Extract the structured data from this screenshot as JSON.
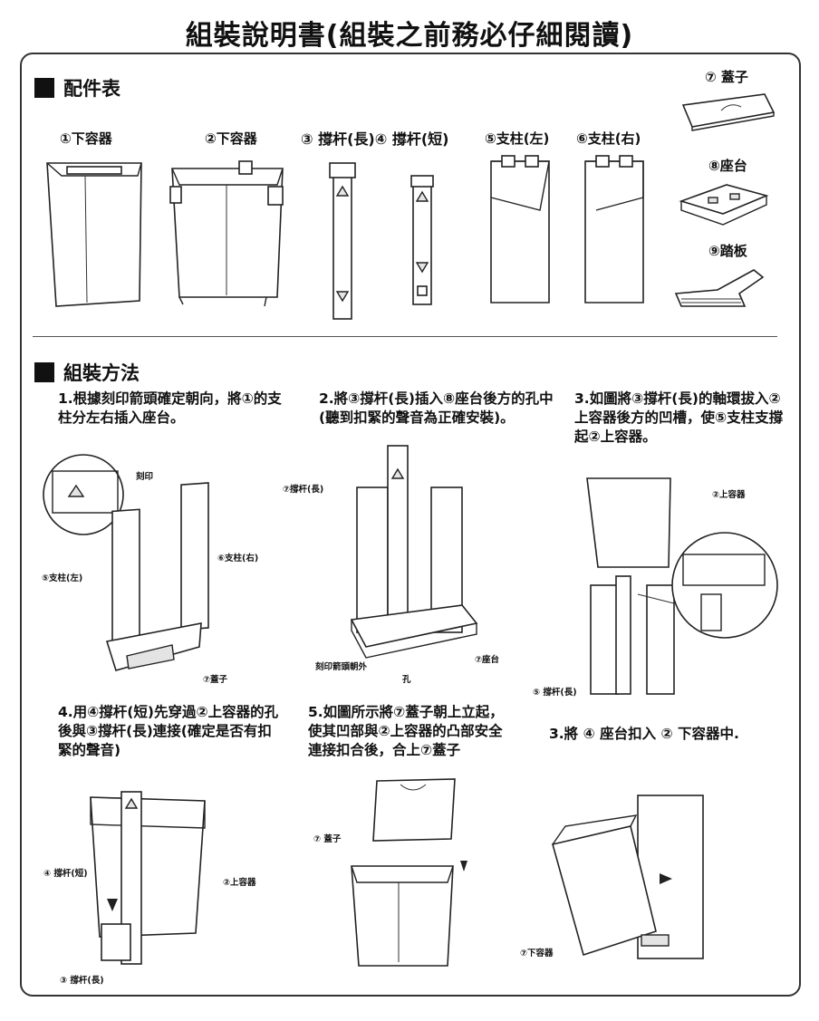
{
  "title": "組裝說明書(組裝之前務必仔細閱讀)",
  "parts_section": {
    "heading": "配件表",
    "items": [
      {
        "label": "①下容器"
      },
      {
        "label": "②下容器"
      },
      {
        "label": "③ 撐杆(長)④ 撐杆(短)"
      },
      {
        "label": "⑤支柱(左)"
      },
      {
        "label": "⑥支柱(右)"
      },
      {
        "label": "⑦ 蓋子"
      },
      {
        "label": "⑧座台"
      },
      {
        "label": "⑨踏板"
      }
    ]
  },
  "assembly_section": {
    "heading": "組裝方法",
    "steps": [
      {
        "text": "1.根據刻印箭頭確定朝向，將①的支柱分左右插入座台。",
        "callouts": [
          "刻印",
          "⑤支柱(左)",
          "⑥支柱(右)",
          "⑦蓋子"
        ]
      },
      {
        "text": "2.將③撐杆(長)插入⑧座台後方的孔中(聽到扣緊的聲音為正確安裝)。",
        "callouts": [
          "⑦撐杆(長)",
          "刻印箭頭朝外",
          "孔",
          "⑦座台"
        ]
      },
      {
        "text": "3.如圖將③撐杆(長)的軸環拔入②上容器後方的凹槽，使⑤支柱支撐起②上容器。",
        "callouts": [
          "②上容器",
          "⑤ 撐杆(長)"
        ]
      },
      {
        "text": "4.用④撐杆(短)先穿過②上容器的孔後與③撐杆(長)連接(確定是否有扣緊的聲音)",
        "callouts": [
          "④ 撐杆(短)",
          "②上容器",
          "③ 撐杆(長)"
        ]
      },
      {
        "text": "5.如圖所示將⑦蓋子朝上立起，使其凹部與②上容器的凸部安全連接扣合後，合上⑦蓋子",
        "callouts": [
          "⑦ 蓋子"
        ]
      },
      {
        "text": "3.將 ④ 座台扣入 ② 下容器中.",
        "callouts": [
          "⑦下容器"
        ]
      }
    ]
  }
}
